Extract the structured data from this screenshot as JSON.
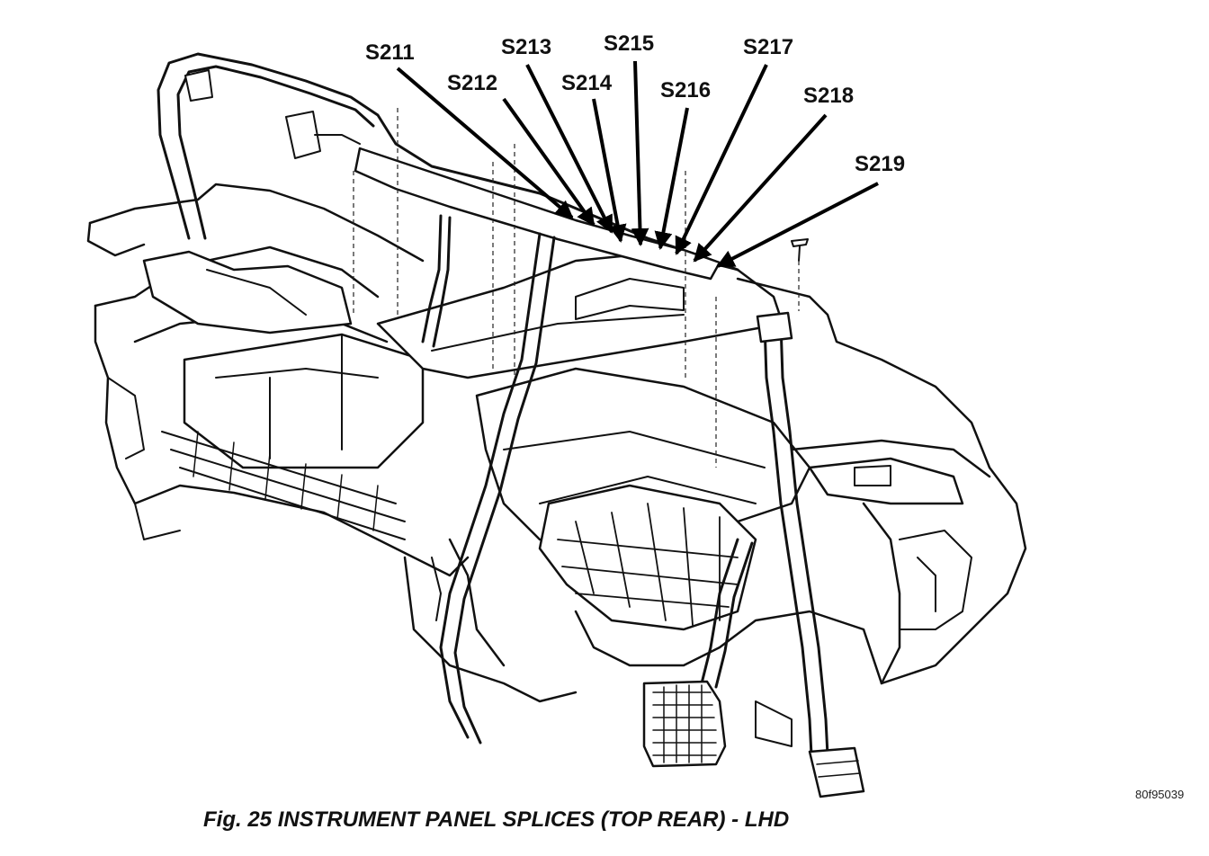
{
  "callouts": [
    {
      "id": "S211",
      "label": "S211"
    },
    {
      "id": "S212",
      "label": "S212"
    },
    {
      "id": "S213",
      "label": "S213"
    },
    {
      "id": "S214",
      "label": "S214"
    },
    {
      "id": "S215",
      "label": "S215"
    },
    {
      "id": "S216",
      "label": "S216"
    },
    {
      "id": "S217",
      "label": "S217"
    },
    {
      "id": "S218",
      "label": "S218"
    },
    {
      "id": "S219",
      "label": "S219"
    }
  ],
  "caption": "Fig. 25 INSTRUMENT PANEL SPLICES (TOP REAR) - LHD",
  "figure_id": "80f95039"
}
